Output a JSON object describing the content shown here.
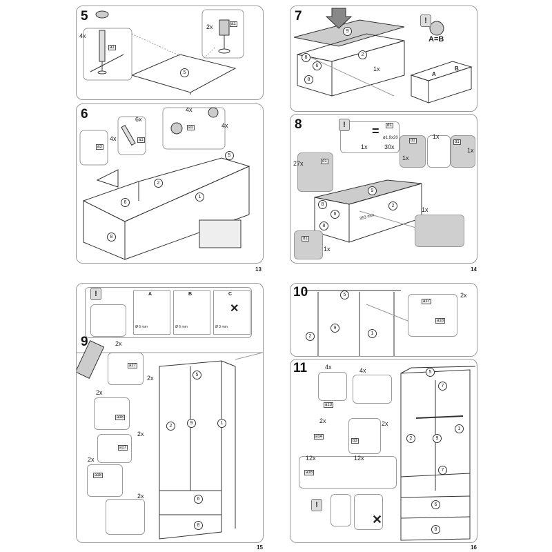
{
  "pages": [
    {
      "number": "13",
      "steps": [
        {
          "number": "5",
          "quantities": [
            "4x",
            "2x"
          ],
          "parts": [
            "5"
          ],
          "tags": [
            "a1",
            "a1"
          ]
        },
        {
          "number": "6",
          "quantities": [
            "6x",
            "4x",
            "4x",
            "4x"
          ],
          "parts": [
            "2",
            "1",
            "6",
            "5",
            "8"
          ],
          "tags": [
            "a1",
            "a3",
            "a1"
          ]
        }
      ]
    },
    {
      "number": "14",
      "steps": [
        {
          "number": "7",
          "quantities": [
            "1x"
          ],
          "parts": [
            "9",
            "2",
            "8",
            "6",
            "8"
          ],
          "note": "A=B",
          "labels": [
            "A",
            "B"
          ]
        },
        {
          "number": "8",
          "quantities": [
            "1x",
            "30x",
            "27x",
            "1x",
            "1x",
            "1x",
            "1x",
            "1x"
          ],
          "parts": [
            "9",
            "2",
            "8",
            "6",
            "8"
          ],
          "nail_spec": "ø1,9x20",
          "measure": "353 mm",
          "tags": [
            "d1",
            "d1",
            "d1",
            "d1",
            "d1"
          ]
        }
      ]
    },
    {
      "number": "15",
      "warning": {
        "options": [
          "A",
          "B",
          "C"
        ],
        "diameters": [
          "Ø 6 mm",
          "Ø 6 mm",
          "Ø 3 mm"
        ]
      },
      "steps": [
        {
          "number": "9",
          "quantities": [
            "2x",
            "2x",
            "2x",
            "2x",
            "2x",
            "2x"
          ],
          "parts": [
            "5",
            "2",
            "9",
            "1",
            "6",
            "8"
          ],
          "tags": [
            "a17",
            "a18",
            "a17",
            "a18"
          ]
        }
      ]
    },
    {
      "number": "16",
      "steps": [
        {
          "number": "10",
          "quantities": [
            "2x"
          ],
          "parts": [
            "5",
            "9",
            "2",
            "1"
          ],
          "tags": [
            "a17",
            "a18"
          ]
        },
        {
          "number": "11",
          "quantities": [
            "4x",
            "4x",
            "2x",
            "2x",
            "12x",
            "12x"
          ],
          "parts": [
            "5",
            "7",
            "2",
            "9",
            "1",
            "7",
            "6",
            "8"
          ],
          "tags": [
            "a13",
            "a14",
            "b3",
            "a16"
          ]
        }
      ]
    }
  ]
}
